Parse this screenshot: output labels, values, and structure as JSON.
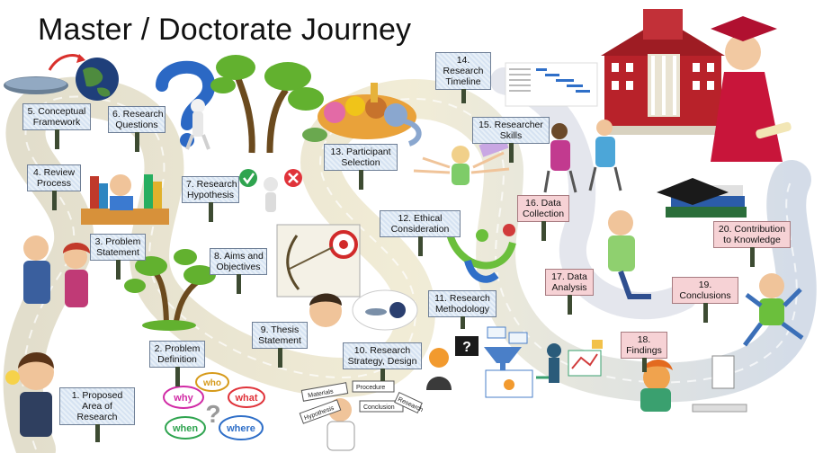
{
  "title": "Master / Doctorate Journey",
  "steps": [
    {
      "n": "1",
      "lines": [
        "1. Proposed",
        "Area of",
        "Research"
      ]
    },
    {
      "n": "2",
      "lines": [
        "2. Problem",
        "Definition"
      ]
    },
    {
      "n": "3",
      "lines": [
        "3. Problem",
        "Statement"
      ]
    },
    {
      "n": "4",
      "lines": [
        "4. Review",
        "Process"
      ]
    },
    {
      "n": "5",
      "lines": [
        "5. Conceptual",
        "Framework"
      ]
    },
    {
      "n": "6",
      "lines": [
        "6. Research",
        "Questions"
      ]
    },
    {
      "n": "7",
      "lines": [
        "7. Research",
        "Hypothesis"
      ]
    },
    {
      "n": "8",
      "lines": [
        "8. Aims and",
        "Objectives"
      ]
    },
    {
      "n": "9",
      "lines": [
        "9. Thesis",
        "Statement"
      ]
    },
    {
      "n": "10",
      "lines": [
        "10. Research",
        "Strategy, Design"
      ]
    },
    {
      "n": "11",
      "lines": [
        "11. Research",
        "Methodology"
      ]
    },
    {
      "n": "12",
      "lines": [
        "12. Ethical",
        "Consideration"
      ]
    },
    {
      "n": "13",
      "lines": [
        "13. Participant",
        "Selection"
      ]
    },
    {
      "n": "14",
      "lines": [
        "14.",
        "Research",
        "Timeline"
      ]
    },
    {
      "n": "15",
      "lines": [
        "15. Researcher",
        "Skills"
      ]
    },
    {
      "n": "16",
      "lines": [
        "16. Data",
        "Collection"
      ]
    },
    {
      "n": "17",
      "lines": [
        "17. Data",
        "Analysis"
      ]
    },
    {
      "n": "18",
      "lines": [
        "18.",
        "Findings"
      ]
    },
    {
      "n": "19",
      "lines": [
        "19.",
        "Conclusions"
      ]
    },
    {
      "n": "20",
      "lines": [
        "20. Contribution",
        "to Knowledge"
      ]
    }
  ],
  "decor": {
    "question_words": [
      "why",
      "who",
      "what",
      "when",
      "where"
    ],
    "question_mark": "?",
    "research_items": [
      "Materials",
      "Procedure",
      "Hypothesis",
      "Conclusion",
      "Research"
    ],
    "help_mark": "?"
  },
  "colors": {
    "road": "#cfcfcf",
    "road_light": "#ece9da",
    "tree": "#62b12f",
    "trunk": "#6b4a1e",
    "building": "#b8222a",
    "box_blue": "#dde9f5",
    "box_pink": "#f6d2d5"
  }
}
